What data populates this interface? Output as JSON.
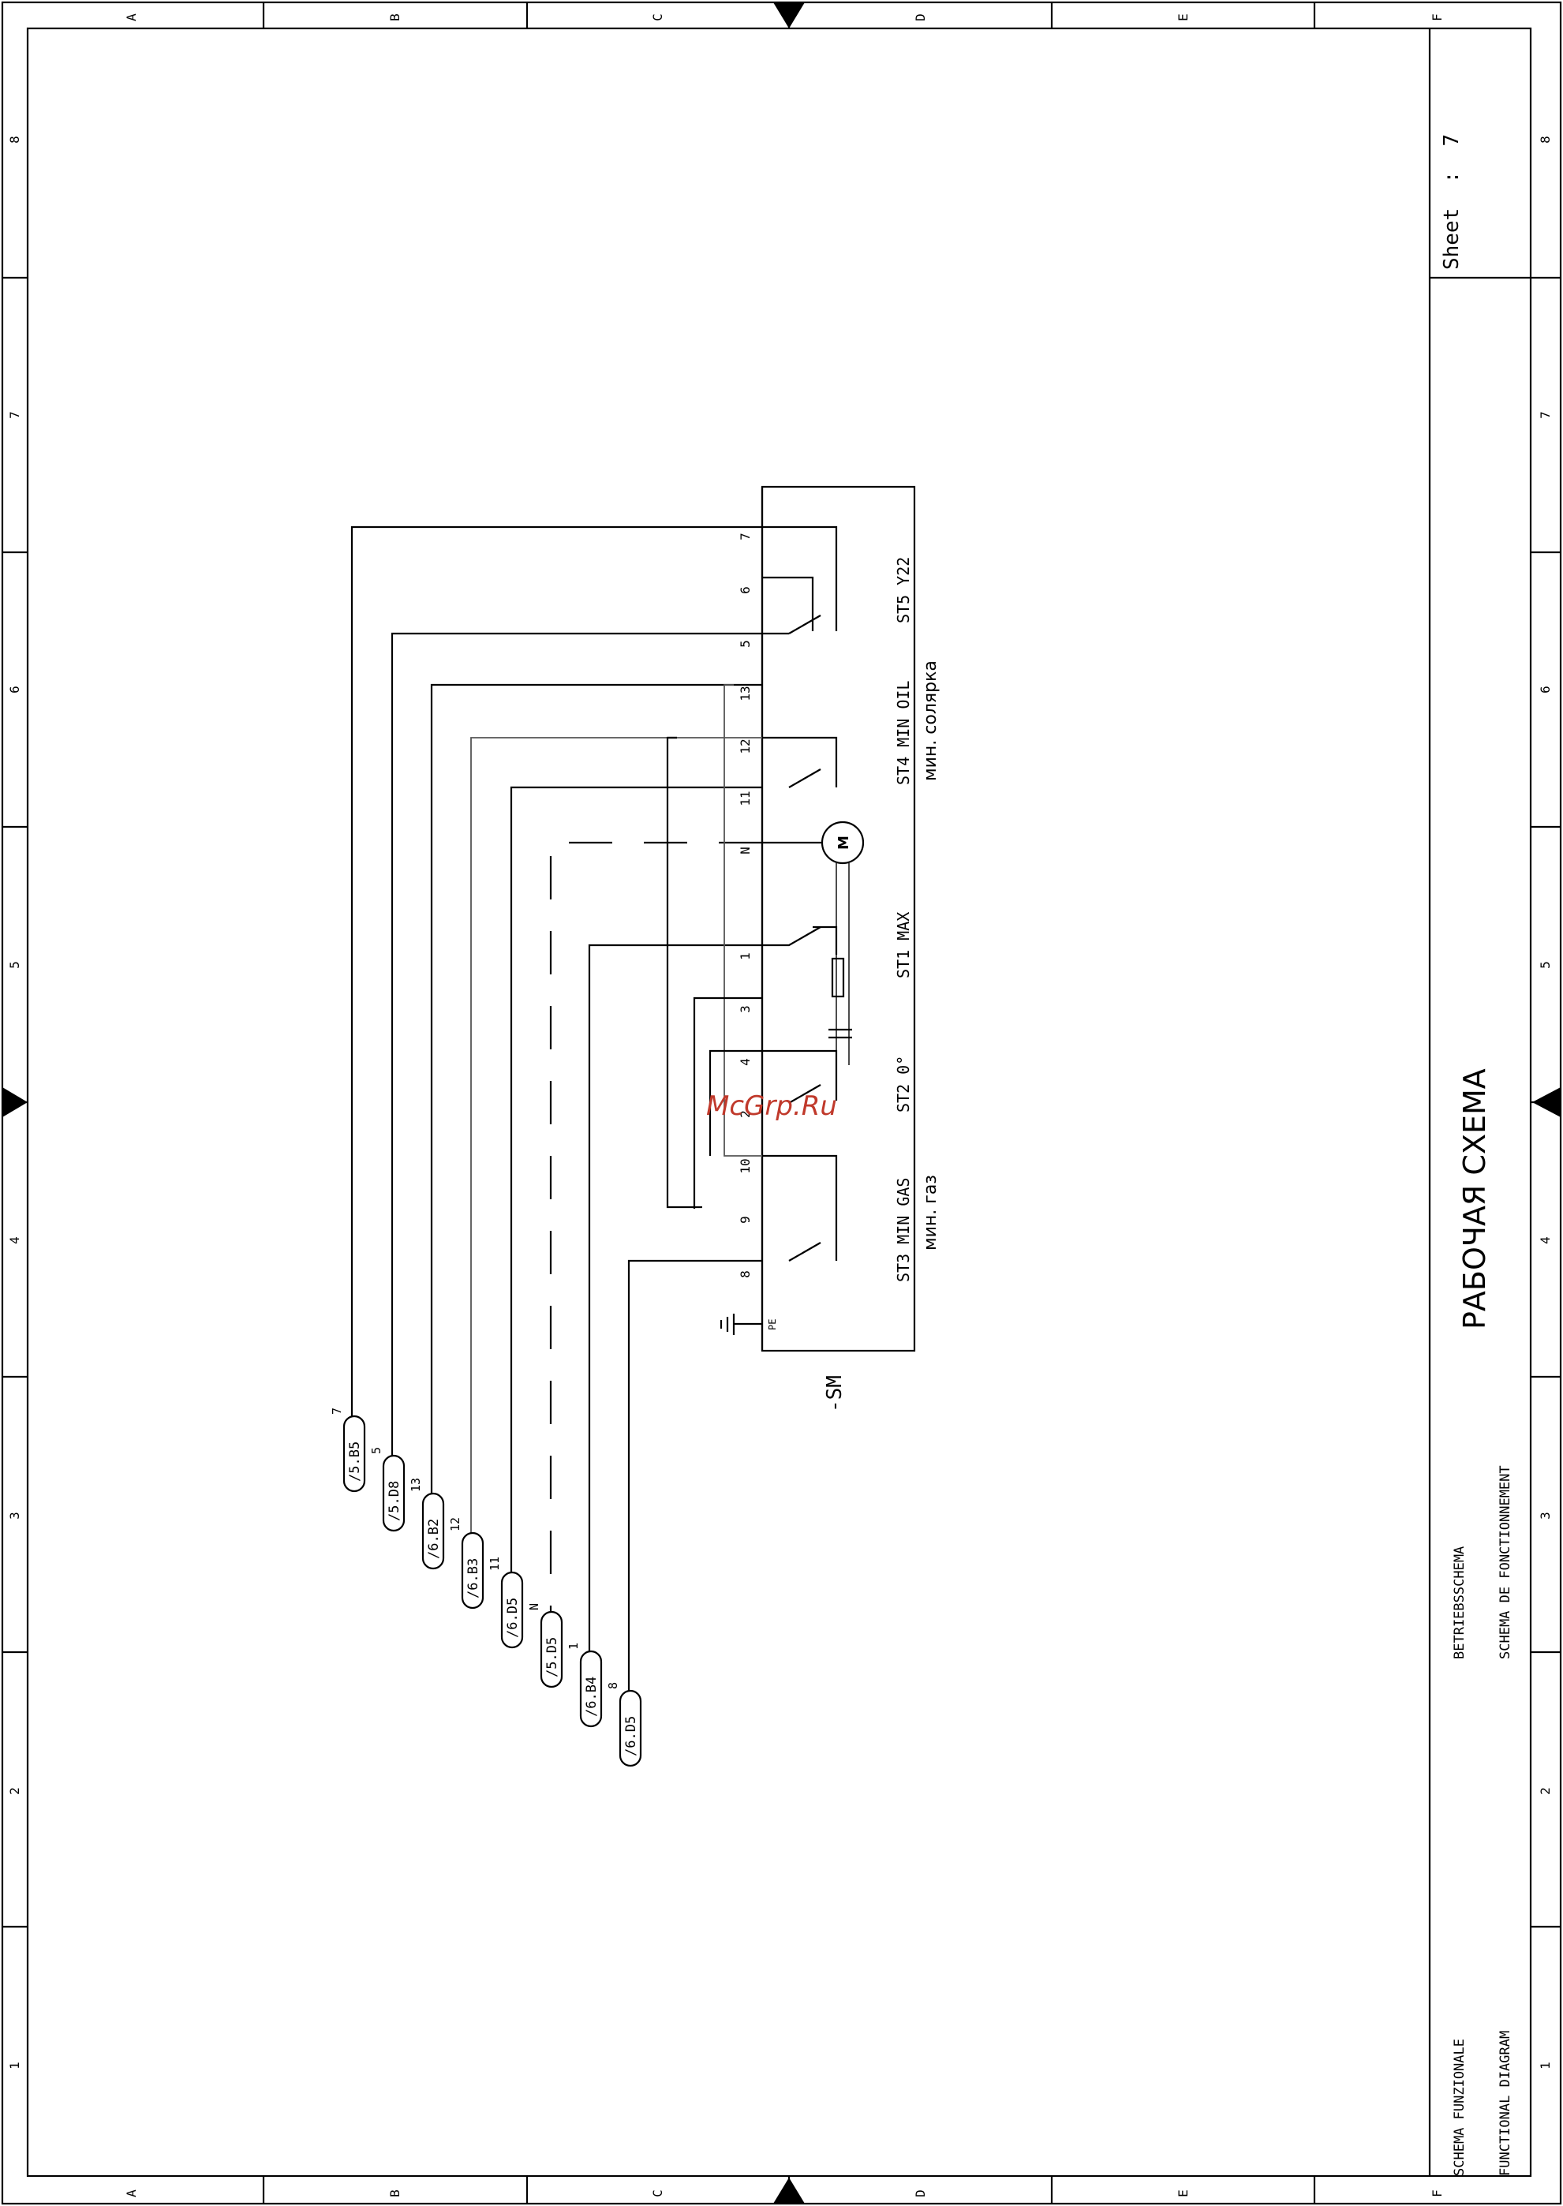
{
  "frame": {
    "zone_letters": [
      "A",
      "B",
      "C",
      "D",
      "E",
      "F"
    ],
    "zone_numbers": [
      "1",
      "2",
      "3",
      "4",
      "5",
      "6",
      "7",
      "8"
    ]
  },
  "sheet_label": "Sheet  :  7",
  "title": "РАБОЧАЯ СХЕМА",
  "title_block": {
    "betrieb": "BETRIEBSSCHEMA",
    "fonction": "SCHEMA DE FONCTIONNEMENT",
    "funzionale": "SCHEMA FUNZIONALE",
    "functional": "FUNCTIONAL DIAGRAM"
  },
  "watermark": "McGrp.Ru",
  "component_tag": "-SM",
  "motor_label": "M",
  "earth_label": "PE",
  "terminals": [
    "7",
    "6",
    "5",
    "13",
    "12",
    "11",
    "N",
    "1",
    "3",
    "4",
    "2",
    "10",
    "9",
    "8"
  ],
  "switches": {
    "st5": "ST5 Y22",
    "st4": "ST4 MIN OIL",
    "st4_ru": "мин. солярка",
    "st1": "ST1 MAX",
    "st2": "ST2 0°",
    "st3": "ST3 MIN GAS",
    "st3_ru": "мин. газ"
  },
  "references": [
    {
      "ref": "/5.B5",
      "wire": "7"
    },
    {
      "ref": "/5.D8",
      "wire": "5"
    },
    {
      "ref": "/6.B2",
      "wire": "13"
    },
    {
      "ref": "/6.B3",
      "wire": "12"
    },
    {
      "ref": "/6.D5",
      "wire": "11"
    },
    {
      "ref": "/5.D5",
      "wire": "N"
    },
    {
      "ref": "/6.B4",
      "wire": "1"
    },
    {
      "ref": "/6.D5",
      "wire": "8"
    }
  ]
}
